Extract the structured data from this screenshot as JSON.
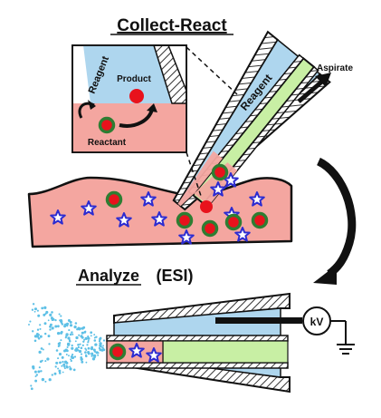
{
  "titles": {
    "collect_react": "Collect-React",
    "analyze_prefix": "Analyze",
    "analyze_suffix": "(ESI)"
  },
  "labels": {
    "reagent_inset": "Reagent",
    "product": "Product",
    "reactant": "Reactant",
    "reagent_probe": "Reagent",
    "aspirate": "Aspirate",
    "voltage": "kV"
  },
  "colors": {
    "tissue": "#f4a6a0",
    "reagent": "#aed6ee",
    "green_phase": "#c8efa4",
    "product_dot": "#e8121c",
    "reactant_ring": "#2e7d32",
    "star": "#2c2bd0",
    "spray": "#5ec0e6",
    "outline": "#111111"
  },
  "icons": [
    "star-icon",
    "reactant-icon",
    "product-icon",
    "ground-icon",
    "curved-arrow-icon",
    "aspirate-arrow-icon"
  ]
}
